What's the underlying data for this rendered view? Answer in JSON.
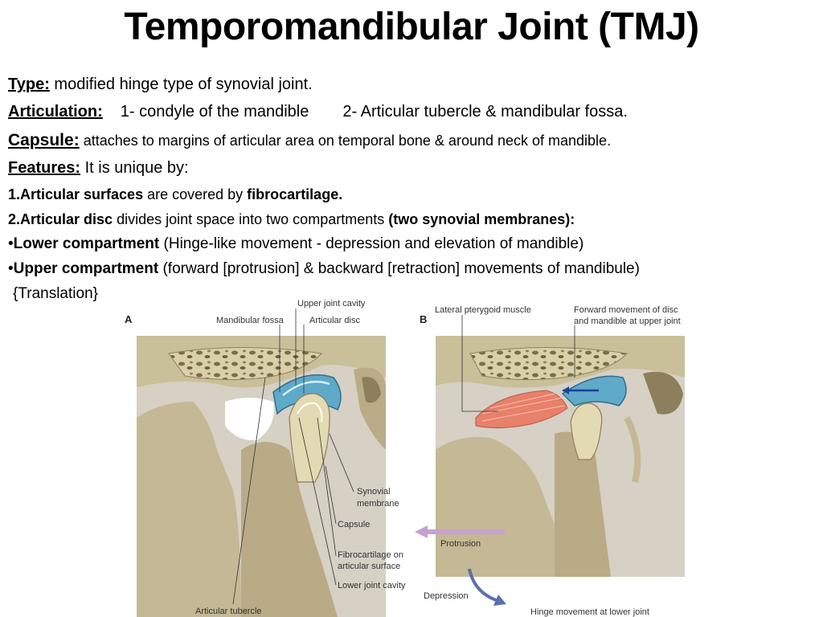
{
  "title": "Temporomandibular Joint (TMJ)",
  "type": {
    "label": "Type:",
    "text": " modified hinge type of synovial joint."
  },
  "articulation": {
    "label": "Articulation:",
    "item1": "1- condyle of the mandible",
    "item2": "2- Articular tubercle & mandibular fossa."
  },
  "capsule": {
    "label": "Capsule:",
    "text": " attaches to margins of articular area on temporal bone & around neck of mandible."
  },
  "features": {
    "label": "Features:",
    "text": " It is unique by:"
  },
  "point1": {
    "bold1": "1.Articular surfaces",
    "text": " are covered by ",
    "bold2": "fibrocartilage."
  },
  "point2": {
    "bold1": "2.Articular disc",
    "text": " divides joint space into two compartments ",
    "bold2": "(two synovial membranes):"
  },
  "lower": {
    "bullet": "•",
    "bold": "Lower compartment",
    "text": "  (Hinge-like movement - depression and elevation of mandible)"
  },
  "upper": {
    "bullet": "•",
    "bold": "Upper compartment",
    "text": " (forward [protrusion] & backward [retraction] movements of mandibule)"
  },
  "translation": "{Translation}",
  "diagram": {
    "panel_a": {
      "letter": "A",
      "labels": {
        "upper_joint_cavity": "Upper joint cavity",
        "mandibular_fossa": "Mandibular fossa",
        "articular_disc": "Articular disc",
        "synovial_line1": "Synovial",
        "synovial_line2": "membrane",
        "capsule": "Capsule",
        "fibro_line1": "Fibrocartilage on",
        "fibro_line2": "articular surface",
        "lower_joint_cavity": "Lower joint cavity",
        "articular_tubercle": "Articular tubercle"
      }
    },
    "panel_b": {
      "letter": "B",
      "labels": {
        "lateral_pterygoid": "Lateral pterygoid muscle",
        "forward_line1": "Forward movement of disc",
        "forward_line2": "and mandible at upper joint",
        "protrusion": "Protrusion",
        "depression": "Depression",
        "hinge": "Hinge movement at lower joint"
      }
    },
    "colors": {
      "bone": "#d9cfa8",
      "bone_dark": "#9c8e62",
      "disc": "#5fa9c9",
      "muscle": "#e8806a",
      "arrow": "#c6a0d2",
      "background": "#d8d2c6"
    }
  }
}
